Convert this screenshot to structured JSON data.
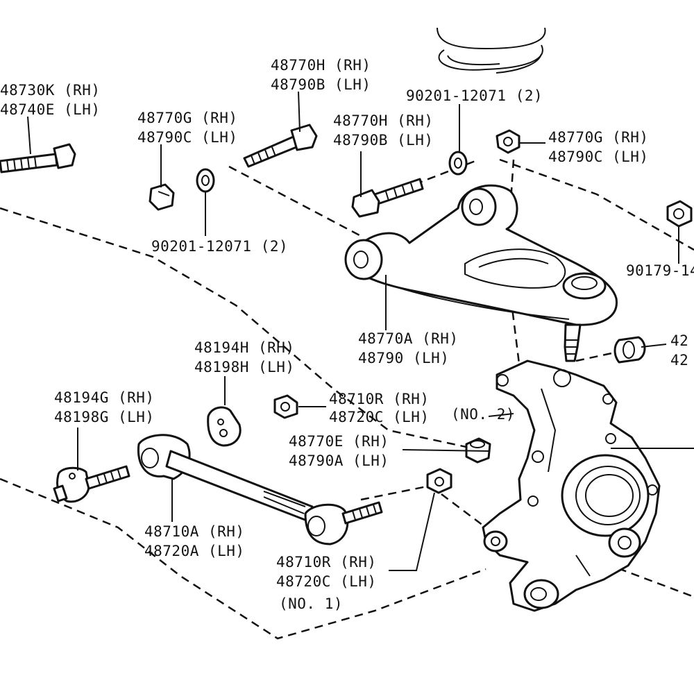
{
  "diagram": {
    "labels": {
      "p48730K": {
        "rh": "48730K (RH)",
        "lh": "48740E (LH)"
      },
      "p48770H_top": {
        "rh": "48770H (RH)",
        "lh": "48790B (LH)"
      },
      "p48770G_left": {
        "rh": "48770G (RH)",
        "lh": "48790C (LH)"
      },
      "p90201_top": "90201-12071 (2)",
      "p48770H_mid": {
        "rh": "48770H (RH)",
        "lh": "48790B (LH)"
      },
      "p48770G_right": {
        "rh": "48770G (RH)",
        "lh": "48790C (LH)"
      },
      "p90201_left": "90201-12071 (2)",
      "p90179": "90179-14",
      "p48770A": {
        "rh": "48770A (RH)",
        "lh": "48790   (LH)"
      },
      "p42_a": "42",
      "p42_b": "42",
      "p48194H": {
        "rh": "48194H (RH)",
        "lh": "48198H (LH)"
      },
      "p48194G": {
        "rh": "48194G (RH)",
        "lh": "48198G (LH)"
      },
      "p48710R_top": {
        "rh": "48710R (RH)",
        "lh": "48720C (LH)"
      },
      "no2": "(NO. 2)",
      "p48770E": {
        "rh": "48770E (RH)",
        "lh": "48790A (LH)"
      },
      "p48710A": {
        "rh": "48710A (RH)",
        "lh": "48720A (LH)"
      },
      "p48710R_bottom": {
        "rh": "48710R (RH)",
        "lh": "48720C (LH)"
      },
      "no1": "(NO. 1)"
    }
  }
}
